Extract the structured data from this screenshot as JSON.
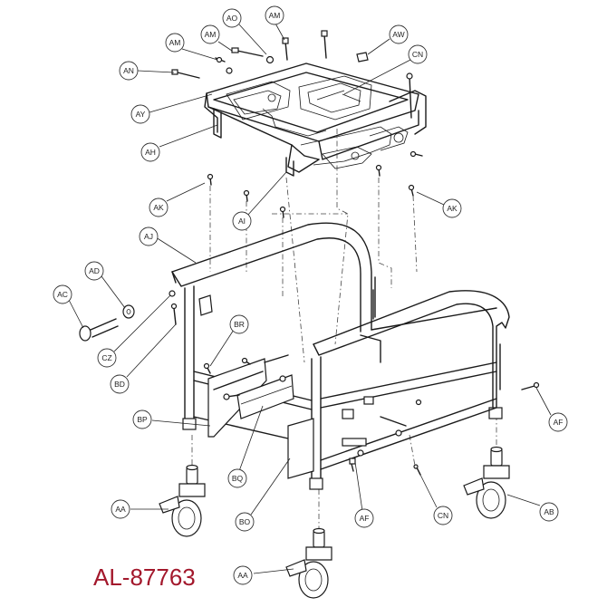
{
  "drawing": {
    "part_number": "AL-87763",
    "part_number_color": "#a3182c"
  },
  "callouts": {
    "ao": "AO",
    "am_top": "AM",
    "am_mid": "AM",
    "am_left": "AM",
    "aw": "AW",
    "cn_top": "CN",
    "an": "AN",
    "ay": "AY",
    "ah": "AH",
    "ak_left": "AK",
    "ai": "AI",
    "ak_right": "AK",
    "aj": "AJ",
    "ad": "AD",
    "ac": "AC",
    "cz": "CZ",
    "bd": "BD",
    "br": "BR",
    "bp": "BP",
    "bq": "BQ",
    "bo": "BO",
    "af_bottom": "AF",
    "cn_bottom": "CN",
    "af_right": "AF",
    "ab": "AB",
    "aa_left": "AA",
    "aa_bottom": "AA"
  }
}
